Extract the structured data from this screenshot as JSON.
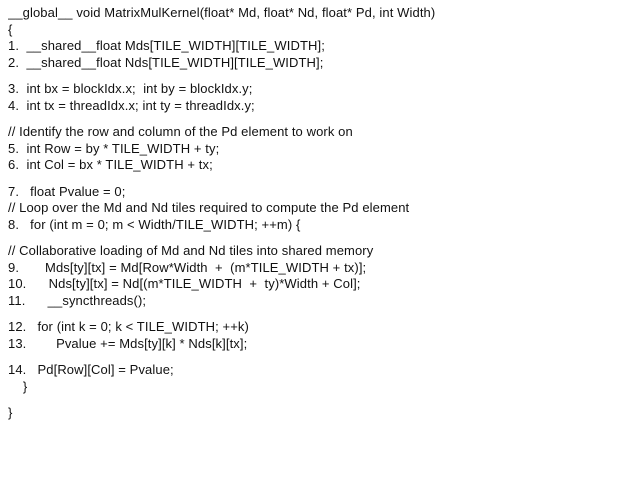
{
  "lines": [
    "__global__ void MatrixMulKernel(float* Md, float* Nd, float* Pd, int Width)",
    "{",
    "1.  __shared__float Mds[TILE_WIDTH][TILE_WIDTH];",
    "2.  __shared__float Nds[TILE_WIDTH][TILE_WIDTH];",
    "3.  int bx = blockIdx.x;  int by = blockIdx.y;",
    "4.  int tx = threadIdx.x; int ty = threadIdx.y;",
    "// Identify the row and column of the Pd element to work on",
    "5.  int Row = by * TILE_WIDTH + ty;",
    "6.  int Col = bx * TILE_WIDTH + tx;",
    "7.   float Pvalue = 0;",
    "// Loop over the Md and Nd tiles required to compute the Pd element",
    "8.   for (int m = 0; m < Width/TILE_WIDTH; ++m) {",
    "// Collaborative loading of Md and Nd tiles into shared memory",
    "9.       Mds[ty][tx] = Md[Row*Width  +  (m*TILE_WIDTH + tx)];",
    "10.      Nds[ty][tx] = Nd[(m*TILE_WIDTH  +  ty)*Width + Col];",
    "11.      __syncthreads();",
    "12.   for (int k = 0; k < TILE_WIDTH; ++k)",
    "13.        Pvalue += Mds[ty][k] * Nds[k][tx];",
    "14.   Pd[Row][Col] = Pvalue;",
    "    }",
    "}"
  ]
}
